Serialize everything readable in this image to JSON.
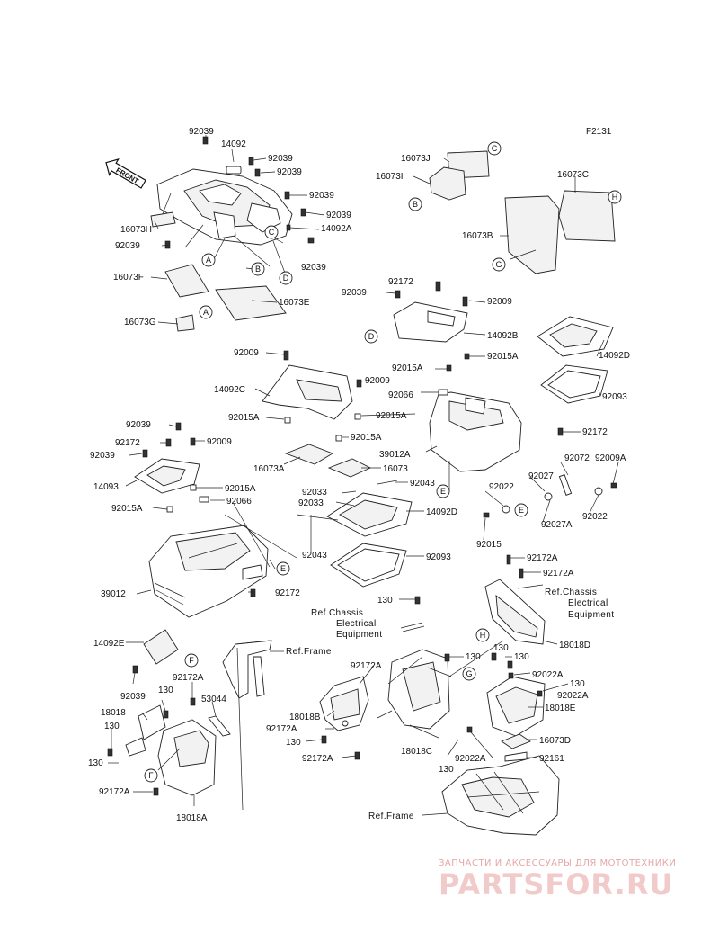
{
  "diagram": {
    "code": "F2131",
    "front_label": "FRONT",
    "labels": {
      "l_92039_a": "92039",
      "l_14092": "14092",
      "l_92039_b": "92039",
      "l_92039_c": "92039",
      "l_92039_d": "92039",
      "l_92039_e": "92039",
      "l_14092A": "14092A",
      "l_16073H": "16073H",
      "l_92039_f": "92039",
      "l_92039_g": "92039",
      "l_16073F": "16073F",
      "l_16073E": "16073E",
      "l_16073G": "16073G",
      "l_16073J": "16073J",
      "l_16073I": "16073I",
      "l_16073C": "16073C",
      "l_16073B": "16073B",
      "l_92039_h": "92039",
      "l_92172_a": "92172",
      "l_92009_a": "92009",
      "l_14092B": "14092B",
      "l_92015A_a": "92015A",
      "l_92015A_b": "92015A",
      "l_14092D": "14092D",
      "l_92066_a": "92066",
      "l_92093_a": "92093",
      "l_92172_b": "92172",
      "l_39012A": "39012A",
      "l_92009_b": "92009",
      "l_92009_c": "92009",
      "l_14092C": "14092C",
      "l_92015A_c": "92015A",
      "l_92015A_d": "92015A",
      "l_92015A_e": "92015A",
      "l_16073A": "16073A",
      "l_16073": "16073",
      "l_92039_i": "92039",
      "l_92172_c": "92172",
      "l_92039_j": "92039",
      "l_92009_d": "92009",
      "l_14093": "14093",
      "l_92015A_f": "92015A",
      "l_92066_b": "92066",
      "l_92015A_g": "92015A",
      "l_92033_a": "92033",
      "l_92033_b": "92033",
      "l_92043_a": "92043",
      "l_14092D_b": "14092D",
      "l_92043_b": "92043",
      "l_92093_b": "92093",
      "l_92072": "92072",
      "l_92009A": "92009A",
      "l_92027": "92027",
      "l_92022_a": "92022",
      "l_92027A": "92027A",
      "l_92022_b": "92022",
      "l_92015": "92015",
      "l_39012": "39012",
      "l_92172_d": "92172",
      "l_92172A_a": "92172A",
      "l_92172A_b": "92172A",
      "l_130_a": "130",
      "l_18018D": "18018D",
      "l_14092E": "14092E",
      "l_92039_k": "92039",
      "l_92172A_c": "92172A",
      "l_130_b": "130",
      "l_53044": "53044",
      "l_18018": "18018",
      "l_130_c": "130",
      "l_130_d": "130",
      "l_92172A_d": "92172A",
      "l_18018A": "18018A",
      "l_92172A_e": "92172A",
      "l_18018B": "18018B",
      "l_92172A_f": "92172A",
      "l_130_e": "130",
      "l_92172A_g": "92172A",
      "l_18018C": "18018C",
      "l_130_f": "130",
      "l_130_g": "130",
      "l_130_h": "130",
      "l_92022A_a": "92022A",
      "l_130_i": "130",
      "l_92022A_b": "92022A",
      "l_18018E": "18018E",
      "l_16073D": "16073D",
      "l_92022A_c": "92022A",
      "l_92161": "92161",
      "l_130_j": "130"
    },
    "refs": {
      "chassis1_a": "Ref.Chassis",
      "chassis1_b": "Electrical",
      "chassis1_c": "Equipment",
      "chassis2_a": "Ref.Chassis",
      "chassis2_b": "Electrical",
      "chassis2_c": "Equipment",
      "frame1": "Ref.Frame",
      "frame2": "Ref.Frame"
    },
    "callouts": {
      "A": "A",
      "B": "B",
      "C": "C",
      "D": "D",
      "E": "E",
      "F": "F",
      "G": "G",
      "H": "H"
    }
  },
  "watermark": {
    "tagline": "ЗАПЧАСТИ И АКСЕССУАРЫ ДЛЯ МОТОТЕХНИКИ",
    "brand": "PARTSFOR.RU"
  }
}
